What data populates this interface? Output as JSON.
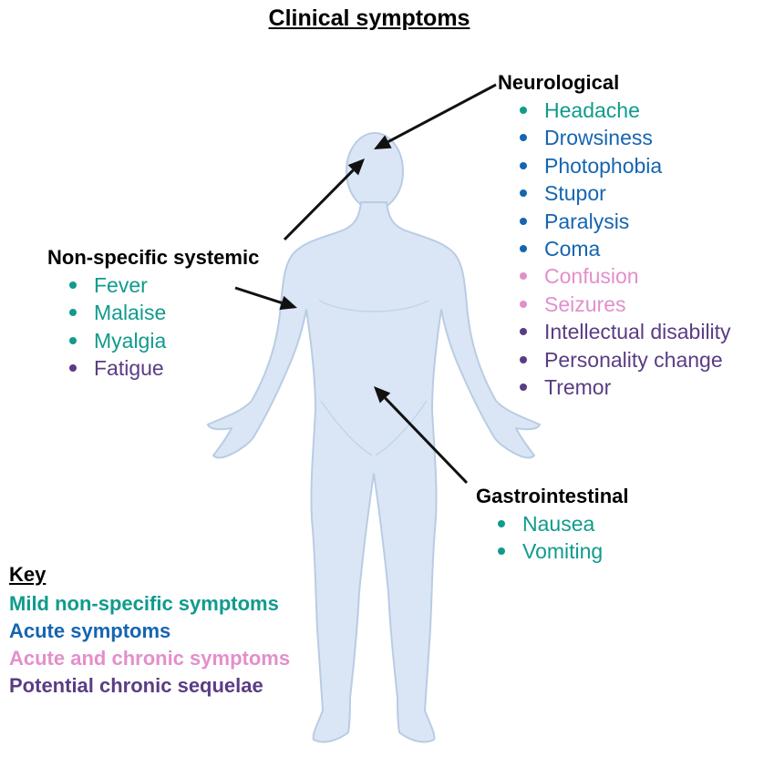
{
  "title": "Clinical symptoms",
  "colors": {
    "mild": "#109b8d",
    "acute": "#1565b1",
    "acute_chronic": "#e38fcb",
    "chronic": "#5a3c84",
    "body_fill": "#dae6f5",
    "body_stroke": "#b9cce3",
    "arrow": "#111111"
  },
  "groups": {
    "neurological": {
      "heading": "Neurological",
      "items": [
        {
          "label": "Headache",
          "category": "mild"
        },
        {
          "label": "Drowsiness",
          "category": "acute"
        },
        {
          "label": "Photophobia",
          "category": "acute"
        },
        {
          "label": "Stupor",
          "category": "acute"
        },
        {
          "label": "Paralysis",
          "category": "acute"
        },
        {
          "label": "Coma",
          "category": "acute"
        },
        {
          "label": "Confusion",
          "category": "acute_chronic"
        },
        {
          "label": "Seizures",
          "category": "acute_chronic"
        },
        {
          "label": "Intellectual disability",
          "category": "chronic"
        },
        {
          "label": "Personality change",
          "category": "chronic"
        },
        {
          "label": "Tremor",
          "category": "chronic"
        }
      ]
    },
    "systemic": {
      "heading": "Non-specific systemic",
      "items": [
        {
          "label": "Fever",
          "category": "mild"
        },
        {
          "label": "Malaise",
          "category": "mild"
        },
        {
          "label": "Myalgia",
          "category": "mild"
        },
        {
          "label": "Fatigue",
          "category": "chronic"
        }
      ]
    },
    "gastrointestinal": {
      "heading": "Gastrointestinal",
      "items": [
        {
          "label": "Nausea",
          "category": "mild"
        },
        {
          "label": "Vomiting",
          "category": "mild"
        }
      ]
    }
  },
  "key": {
    "title": "Key",
    "items": [
      {
        "label": "Mild non-specific symptoms",
        "category": "mild"
      },
      {
        "label": "Acute symptoms",
        "category": "acute"
      },
      {
        "label": "Acute and chronic symptoms",
        "category": "acute_chronic"
      },
      {
        "label": "Potential chronic sequelae",
        "category": "chronic"
      }
    ]
  }
}
